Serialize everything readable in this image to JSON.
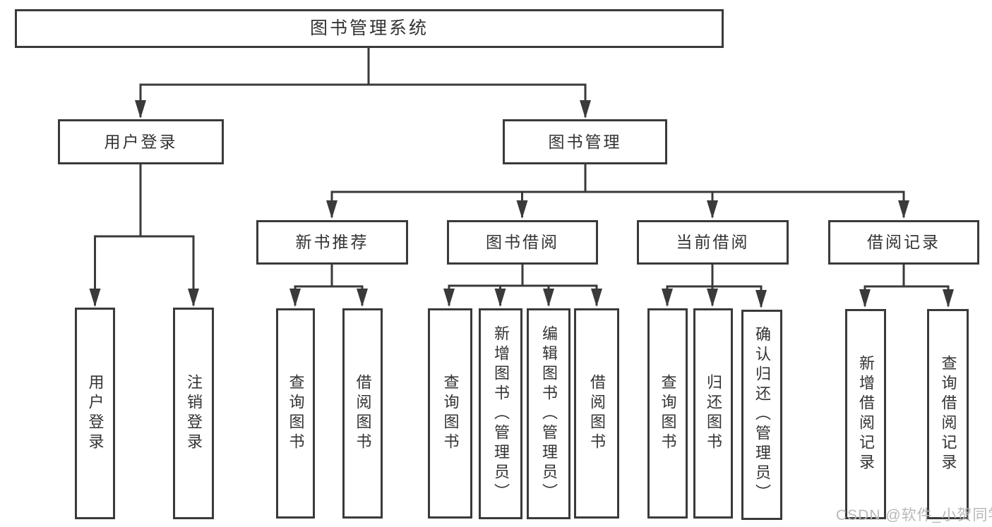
{
  "colors": {
    "line": "#3a3a3a",
    "box_border": "#3a3a3a",
    "text": "#333333",
    "watermark": "#b8b8b8",
    "background": "#ffffff"
  },
  "watermark": "CSDN @软件_小贺同学",
  "tree": {
    "root": {
      "label": "图书管理系统"
    },
    "user_login": {
      "label": "用户登录",
      "children": [
        {
          "label": "用户登录"
        },
        {
          "label": "注销登录"
        }
      ]
    },
    "book_management": {
      "label": "图书管理",
      "sections": [
        {
          "label": "新书推荐",
          "children": [
            {
              "label": "查询图书"
            },
            {
              "label": "借阅图书"
            }
          ]
        },
        {
          "label": "图书借阅",
          "children": [
            {
              "label": "查询图书"
            },
            {
              "label": "新增图书（管理员）"
            },
            {
              "label": "编辑图书（管理员）"
            },
            {
              "label": "借阅图书"
            }
          ]
        },
        {
          "label": "当前借阅",
          "children": [
            {
              "label": "查询图书"
            },
            {
              "label": "归还图书"
            },
            {
              "label": "确认归还（管理员）"
            }
          ]
        },
        {
          "label": "借阅记录",
          "children": [
            {
              "label": "新增借阅记录"
            },
            {
              "label": "查询借阅记录"
            }
          ]
        }
      ]
    }
  }
}
